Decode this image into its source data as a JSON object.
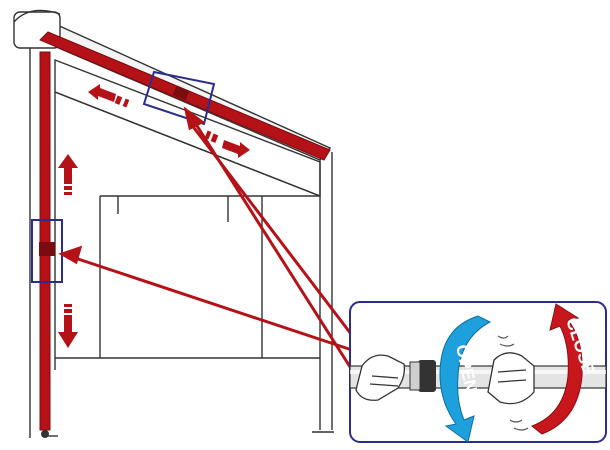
{
  "labels": {
    "open": "OPEN",
    "close": "CLOSE"
  },
  "colors": {
    "frame_red": "#b51218",
    "highlight_blue": "#2a2d8c",
    "open_arrow": "#1ea0dc",
    "close_arrow": "#c8161d",
    "pipe": "#e4e4e4",
    "outline": "#333333"
  },
  "icons": {
    "awning": "awning-diagram",
    "hands": "hands-gripping-crank-icon",
    "open_arrow": "curved-arrow-open-icon",
    "close_arrow": "curved-arrow-close-icon"
  }
}
